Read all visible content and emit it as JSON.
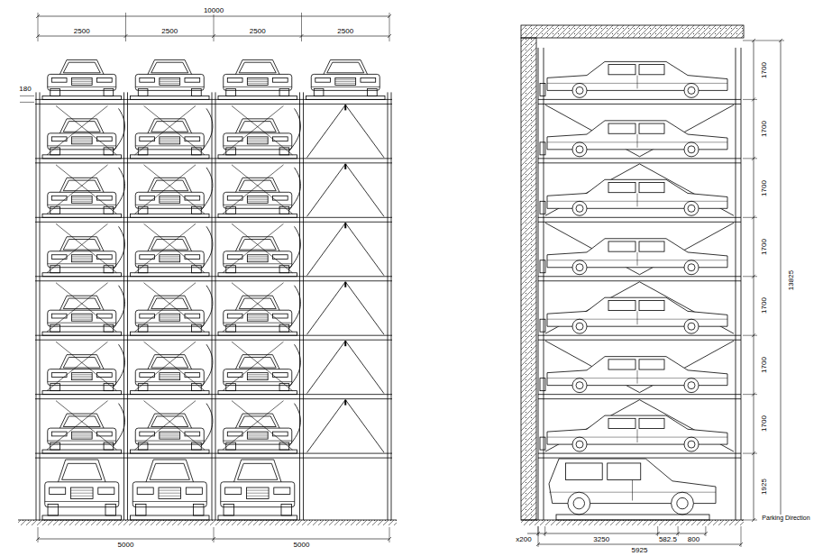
{
  "diagram": {
    "labels": [
      "10000",
      "2500",
      "2500",
      "2500",
      "2500",
      "180",
      "5000",
      "5000",
      "1700",
      "1700",
      "1700",
      "1700",
      "1700",
      "1700",
      "1700",
      "1925",
      "13825",
      "Parking Direction",
      "x200",
      "3250",
      "582.5",
      "800",
      "5925"
    ]
  }
}
